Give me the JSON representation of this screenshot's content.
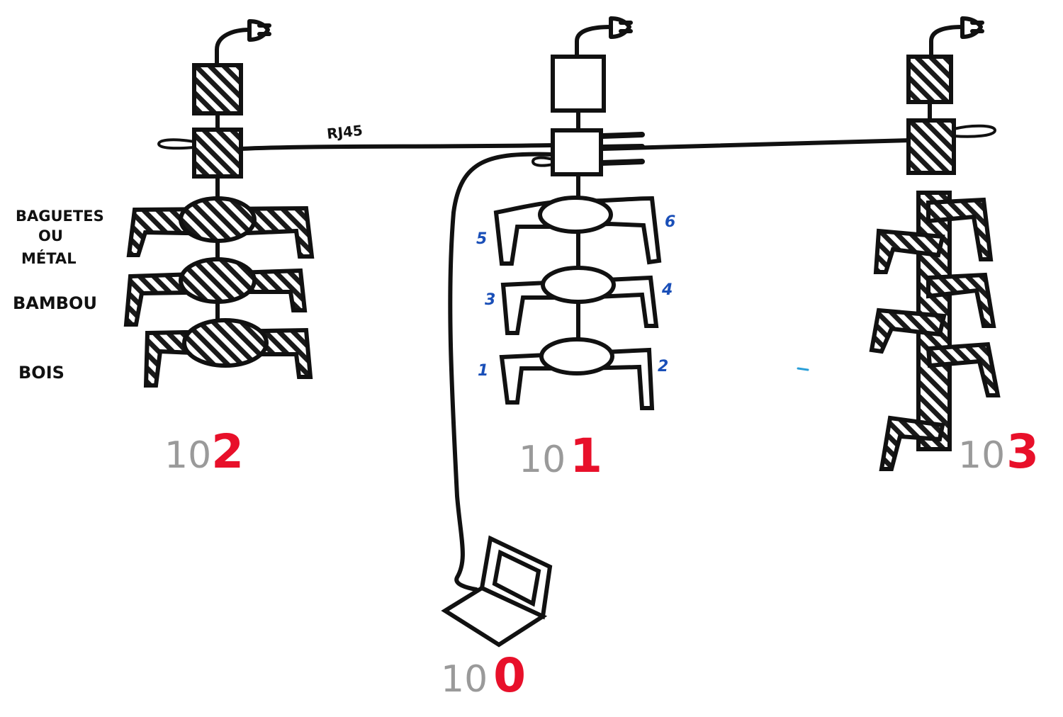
{
  "cable_label": "RJ45",
  "material_labels": {
    "top": [
      "BAGUETES",
      "OU",
      "MÉTAL"
    ],
    "middle": "BAMBOU",
    "bottom": "BOIS"
  },
  "leg_numbers": {
    "pair_top_left": "5",
    "pair_top_right": "6",
    "pair_middle_left": "3",
    "pair_middle_right": "4",
    "pair_bottom_left": "1",
    "pair_bottom_right": "2"
  },
  "addresses": {
    "robot_left": {
      "prefix": "10",
      "suffix": "2"
    },
    "robot_center": {
      "prefix": "10",
      "suffix": "1"
    },
    "robot_right": {
      "prefix": "10",
      "suffix": "3"
    },
    "laptop": {
      "prefix": "10",
      "suffix": "0"
    }
  },
  "colors": {
    "ink": "#111111",
    "address_prefix": "#9a9a9a",
    "address_suffix": "#e8102a",
    "leg_numbers": "#1a4fb8"
  }
}
